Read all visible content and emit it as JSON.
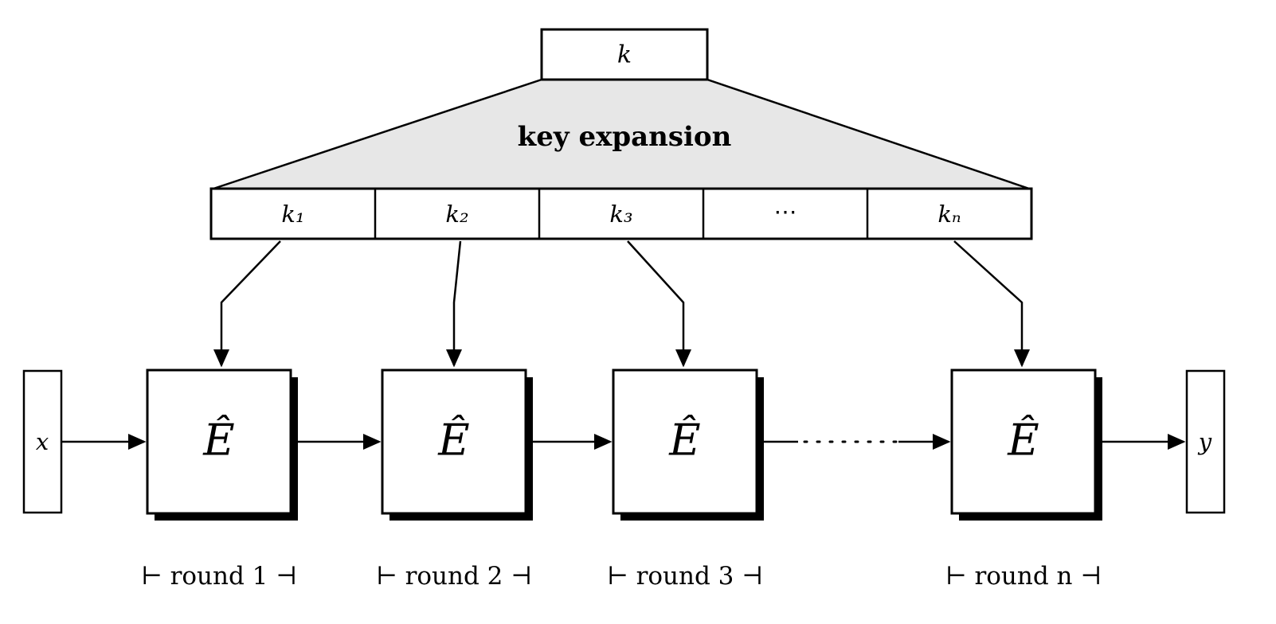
{
  "diagram": {
    "master_key_label": "k",
    "key_expansion_label": "key expansion",
    "subkeys": [
      "k₁",
      "k₂",
      "k₃",
      "⋯",
      "kₙ"
    ],
    "round_function_label": "Ê",
    "input_label": "x",
    "output_label": "y",
    "round_labels": [
      "⊢ round 1 ⊣",
      "⊢ round 2 ⊣",
      "⊢ round 3 ⊣",
      "⊢ round n ⊣"
    ],
    "colors": {
      "stroke": "#000000",
      "trapezoid_fill": "#e7e7e7",
      "background": "#ffffff"
    }
  }
}
